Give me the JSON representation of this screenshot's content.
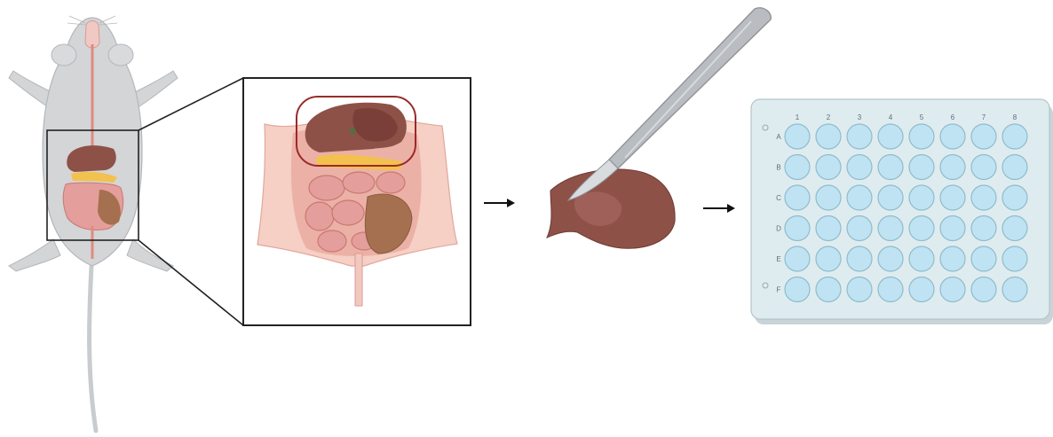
{
  "colors": {
    "mouse_body": "#d3d5d7",
    "mouse_outline": "#b4b7ba",
    "liver": "#8e5147",
    "stomach": "#7a3f38",
    "intestine": "#e49e9b",
    "pancreas": "#f2c14e",
    "abdominal_wall": "#f6cfc5",
    "highlight_ring": "#9a2a2a",
    "scalpel": "#b9bdc1",
    "plate": "#dfecef",
    "well": "#bfe3f2"
  },
  "icons": [
    "mouse-icon",
    "liver-icon",
    "scalpel-icon",
    "arrow-right-icon",
    "well-plate-icon"
  ],
  "plate": {
    "columns": [
      "1",
      "2",
      "3",
      "4",
      "5",
      "6",
      "7",
      "8"
    ],
    "rows": [
      "A",
      "B",
      "C",
      "D",
      "E",
      "F"
    ]
  }
}
